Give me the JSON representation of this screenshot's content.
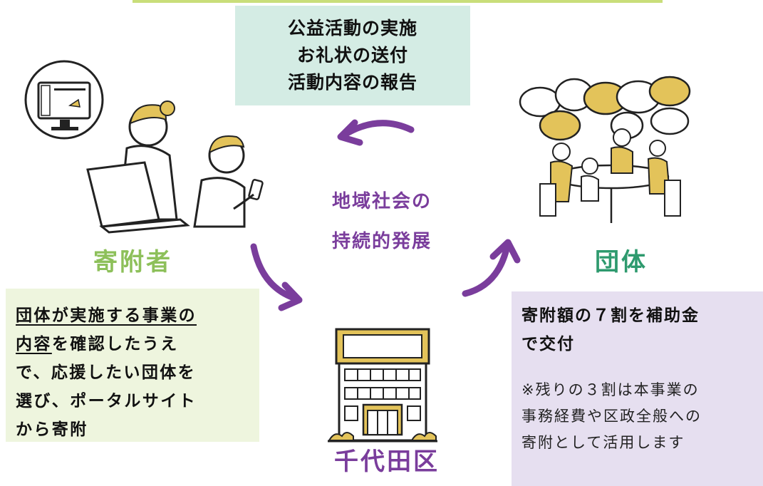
{
  "activity_box": {
    "lines": [
      "公益活動の実施",
      "お礼状の送付",
      "活動内容の報告"
    ]
  },
  "center": {
    "lines": [
      "地域社会の",
      "持続的発展"
    ]
  },
  "labels": {
    "donor": "寄附者",
    "group": "団体",
    "city": "千代田区"
  },
  "donor_box": {
    "line1": "団体が実施する事業の",
    "line2_underlined": "内容",
    "line2_rest": "を確認したうえ",
    "line3": "で、応援したい団体を",
    "line4": "選び、ポータルサイト",
    "line5": "から寄附"
  },
  "grant_box": {
    "heading_line1": "寄附額の７割を補助金",
    "heading_line2": "で交付",
    "note_line1": "※残りの３割は本事業の",
    "note_line2": "事務経費や区政全般への",
    "note_line3": "寄附として活用します"
  },
  "colors": {
    "arrow": "#7a3d9c",
    "donor_label": "#8dc05a",
    "group_label": "#2e9a6e",
    "city_label": "#7a3d9c",
    "activity_bg": "#d4ece4",
    "donor_bg": "#eef5de",
    "grant_bg": "#e6dff0",
    "accent_yellow": "#e3c35a"
  }
}
